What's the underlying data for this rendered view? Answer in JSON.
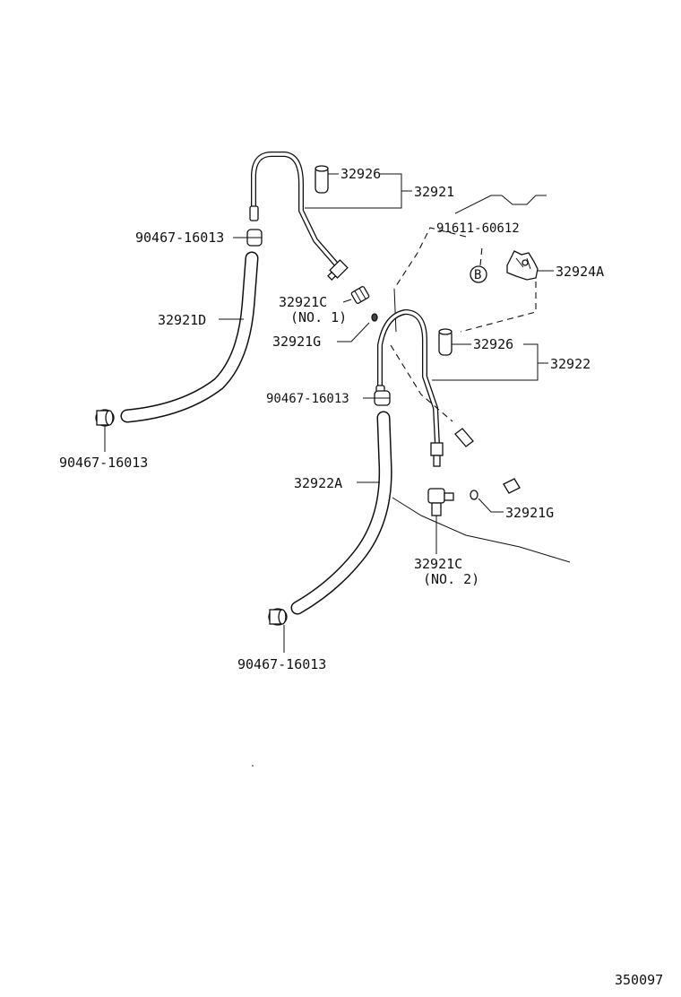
{
  "labels": {
    "hose_32926_top": "32926",
    "assy_32921": "32921",
    "clip_90467_a": "90467-16013",
    "hose_32921D": "32921D",
    "clip_90467_b": "90467-16013",
    "union_32921C_no1": "32921C",
    "union_32921C_no1_note": "(NO. 1)",
    "gasket_32921G_a": "32921G",
    "bolt_91611": "91611-60612",
    "bracket_32924A": "32924A",
    "ref_b": "B",
    "hose_32926_mid": "32926",
    "assy_32922": "32922",
    "clip_90467_c": "90467-16013",
    "hose_32922A": "32922A",
    "gasket_32921G_b": "32921G",
    "union_32921C_no2": "32921C",
    "union_32921C_no2_note": "(NO. 2)",
    "clip_90467_d": "90467-16013",
    "diagram_number": "350097"
  }
}
